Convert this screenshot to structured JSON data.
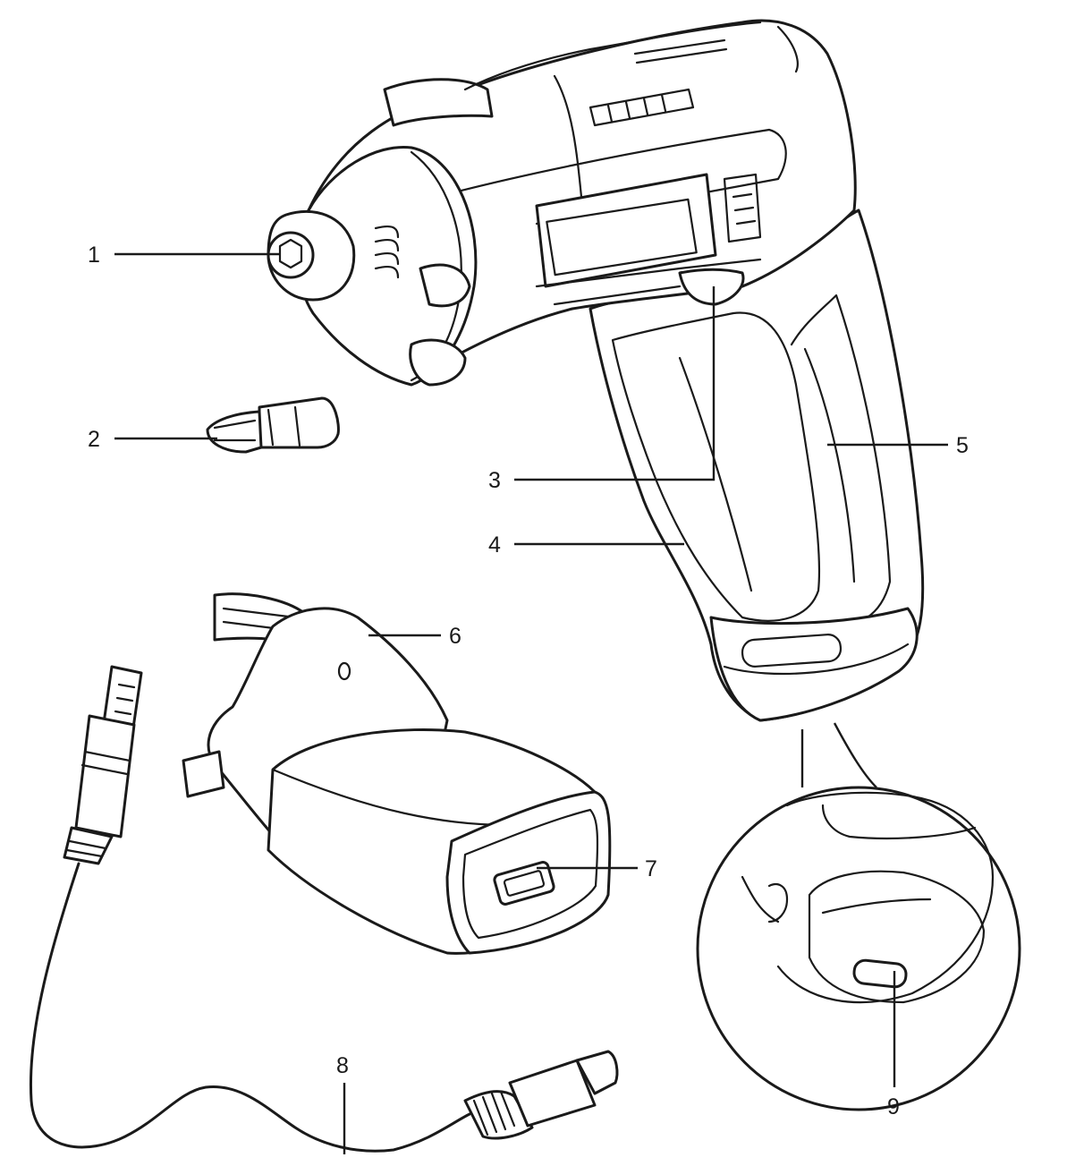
{
  "callouts": [
    {
      "id": "1",
      "label": "1"
    },
    {
      "id": "2",
      "label": "2"
    },
    {
      "id": "3",
      "label": "3"
    },
    {
      "id": "4",
      "label": "4"
    },
    {
      "id": "5",
      "label": "5"
    },
    {
      "id": "6",
      "label": "6"
    },
    {
      "id": "7",
      "label": "7"
    },
    {
      "id": "8",
      "label": "8"
    },
    {
      "id": "9",
      "label": "9"
    }
  ],
  "colors": {
    "ink": "#1a1a1a",
    "paper": "#ffffff"
  },
  "parts": [
    {
      "callout": "1",
      "icon": "chuck-icon"
    },
    {
      "callout": "2",
      "icon": "screwdriver-bit-icon"
    },
    {
      "callout": "3",
      "icon": "trigger-switch-icon"
    },
    {
      "callout": "4",
      "icon": "handle-grip-icon"
    },
    {
      "callout": "5",
      "icon": "tool-body-icon"
    },
    {
      "callout": "6",
      "icon": "plug-adapter-icon"
    },
    {
      "callout": "7",
      "icon": "usb-port-icon"
    },
    {
      "callout": "8",
      "icon": "usb-cable-icon"
    },
    {
      "callout": "9",
      "icon": "charging-port-icon"
    }
  ]
}
